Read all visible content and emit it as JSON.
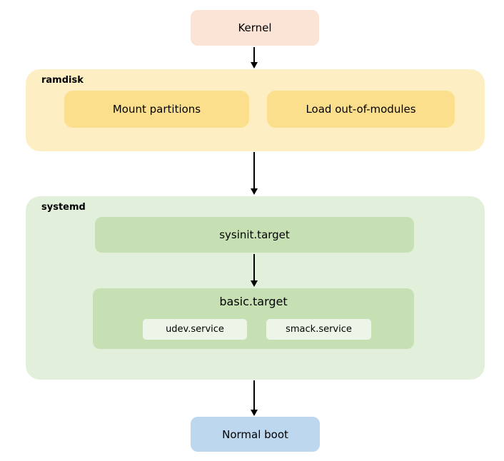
{
  "colors": {
    "kernel-bg": "#fbe3d5",
    "ramdisk-bg": "#fdeec4",
    "ramdisk-item-bg": "#fcdf8d",
    "systemd-bg": "#e2efda",
    "systemd-item-bg": "#c6e0b4",
    "service-bg": "#edf5e8",
    "normal-boot-bg": "#bdd7ee",
    "arrow-color": "#000000",
    "text-color": "#000000"
  },
  "nodes": {
    "kernel": {
      "label": "Kernel"
    },
    "ramdisk": {
      "label": "ramdisk",
      "items": [
        {
          "label": "Mount partitions"
        },
        {
          "label": "Load out-of-modules"
        }
      ]
    },
    "systemd": {
      "label": "systemd",
      "sysinit": {
        "label": "sysinit.target"
      },
      "basic": {
        "label": "basic.target",
        "services": [
          {
            "label": "udev.service"
          },
          {
            "label": "smack.service"
          }
        ]
      }
    },
    "normal_boot": {
      "label": "Normal boot"
    }
  }
}
